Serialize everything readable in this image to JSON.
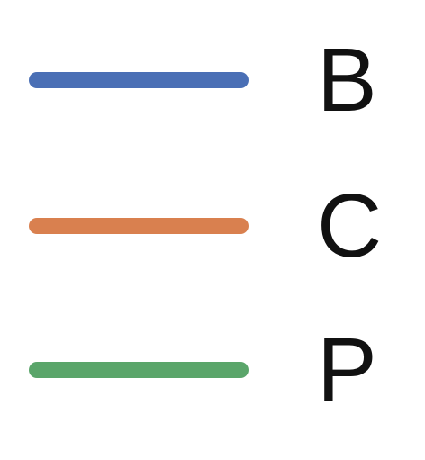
{
  "chart_data": {
    "type": "line",
    "legend": {
      "entries": [
        {
          "label": "B",
          "color": "#4a6fb5"
        },
        {
          "label": "C",
          "color": "#d9804f"
        },
        {
          "label": "P",
          "color": "#5aa56a"
        }
      ]
    }
  }
}
